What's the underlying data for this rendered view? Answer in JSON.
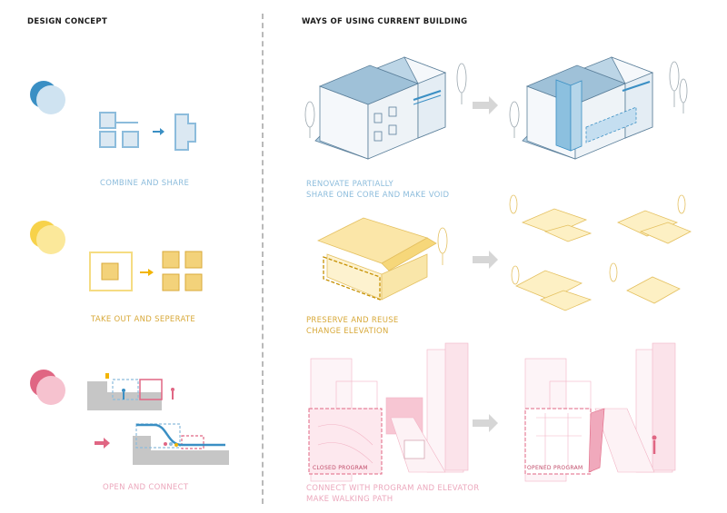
{
  "headers": {
    "design_concept": "DESIGN CONCEPT",
    "ways_of_using": "WAYS OF USING CURRENT BUILDING"
  },
  "concepts": [
    {
      "label": "COMBINE AND SHARE",
      "color": "#8cbcdc"
    },
    {
      "label": "TAKE OUT AND SEPERATE",
      "color": "#d8a93a"
    },
    {
      "label": "OPEN AND CONNECT",
      "color": "#eca8bd"
    }
  ],
  "ways": [
    {
      "lines": [
        "RENOVATE PARTIALLY",
        "SHARE ONE CORE AND MAKE VOID"
      ],
      "color": "#8cbcdc"
    },
    {
      "lines": [
        "PRESERVE AND REUSE",
        "CHANGE ELEVATION"
      ],
      "color": "#d8a93a"
    },
    {
      "lines": [
        "CONNECT WITH PROGRAM AND ELEVATOR",
        "MAKE WALKING PATH"
      ],
      "color": "#eca8bd"
    }
  ],
  "tags": {
    "closed_program": "CLOSED PROGRAM",
    "opened_program": "OPENED PROGRAM"
  },
  "colors": {
    "blue": "#3a8fc4",
    "blue_light": "#cfe3f1",
    "yellow": "#f7d24a",
    "yellow_light": "#fbe89a",
    "pink": "#e06683",
    "pink_light": "#f6c2cf",
    "arrow_gray": "#d6d6d6",
    "divider": "#b9b9b9"
  }
}
